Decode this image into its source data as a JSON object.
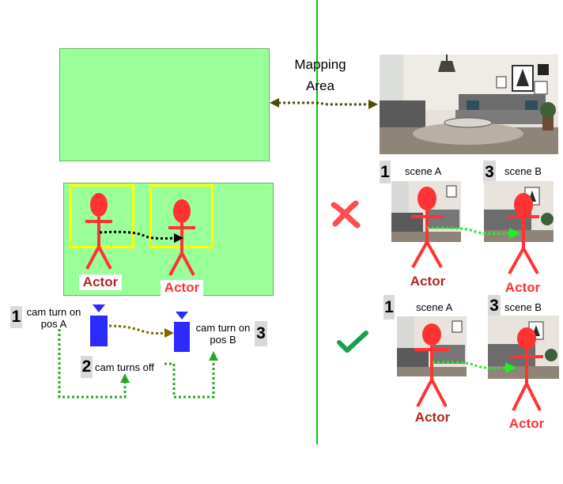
{
  "mapping_area": {
    "line1": "Mapping",
    "line2": "Area"
  },
  "actors": {
    "left_1": "Actor",
    "left_2": "Actor",
    "bad_1": "Actor",
    "bad_3": "Actor",
    "good_1": "Actor",
    "good_3": "Actor"
  },
  "camera_steps": {
    "step1_num": "1",
    "step1_line1": "cam turn on",
    "step1_line2": "pos A",
    "step2_num": "2",
    "step2_text": "cam turns off",
    "step3_num": "3",
    "step3_line1": "cam turn on",
    "step3_line2": "pos B"
  },
  "bad_row": {
    "num1": "1",
    "scene_a": "scene A",
    "num3": "3",
    "scene_b": "scene B"
  },
  "good_row": {
    "num1": "1",
    "scene_a": "scene A",
    "num3": "3",
    "scene_b": "scene B"
  },
  "colors": {
    "mapping_green": "#99ff99",
    "divider": "#00cc00",
    "actor_red": "#ff3333",
    "actor_label_dark": "#b3261e",
    "camera_blue": "#2b2bff",
    "yellow": "#ffff00",
    "olive_arrow": "#4d4d00",
    "green_dashed": "#22cc22",
    "cross": "#ff4d4d",
    "check": "#1a9e4f"
  },
  "icons": {
    "cross": "cross-icon",
    "check": "check-icon",
    "camera": "camera-icon"
  }
}
